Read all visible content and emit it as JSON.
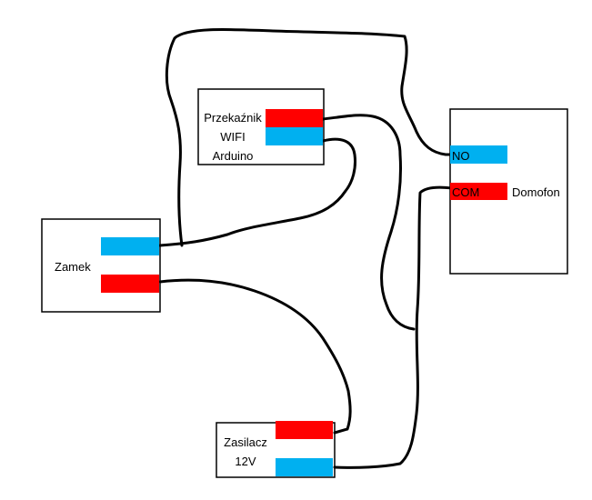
{
  "colors": {
    "red": "#ff0000",
    "blue": "#00b0f0",
    "wire": "#000000",
    "outline": "#000000"
  },
  "components": {
    "relay": {
      "line1": "Przekaźnik",
      "line2": "WIFI",
      "line3": "Arduino"
    },
    "lock": {
      "label": "Zamek"
    },
    "intercom": {
      "label": "Domofon",
      "terminal_no": "NO",
      "terminal_com": "COM"
    },
    "power": {
      "line1": "Zasilacz",
      "line2": "12V"
    }
  }
}
